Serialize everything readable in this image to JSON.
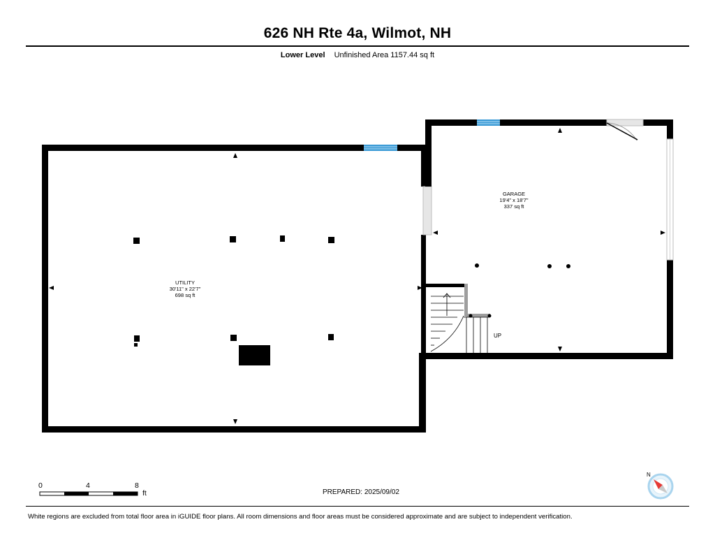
{
  "header": {
    "title": "626 NH Rte 4a, Wilmot, NH",
    "level": "Lower Level",
    "area_summary": "Unfinished Area 1157.44 sq ft"
  },
  "rooms": {
    "utility": {
      "name": "UTILITY",
      "dimensions": "30'11\" x 22'7\"",
      "area": "698 sq ft"
    },
    "garage": {
      "name": "GARAGE",
      "dimensions": "19'4\" x 18'7\"",
      "area": "337 sq ft"
    }
  },
  "stairs": {
    "label": "UP"
  },
  "scale": {
    "ticks": [
      "0",
      "4",
      "8"
    ],
    "unit": "ft"
  },
  "compass": {
    "label": "N"
  },
  "footer": {
    "prepared": "PREPARED: 2025/09/02",
    "disclaimer": "White regions are excluded from total floor area in iGUIDE floor plans. All room dimensions and floor areas must be considered approximate and are subject to independent verification."
  },
  "colors": {
    "wall": "#000000",
    "window": "#3a9ad6",
    "opening": "#d9d9d9",
    "compass_needle": "#e53935",
    "compass_ring": "#a9d4ee"
  }
}
